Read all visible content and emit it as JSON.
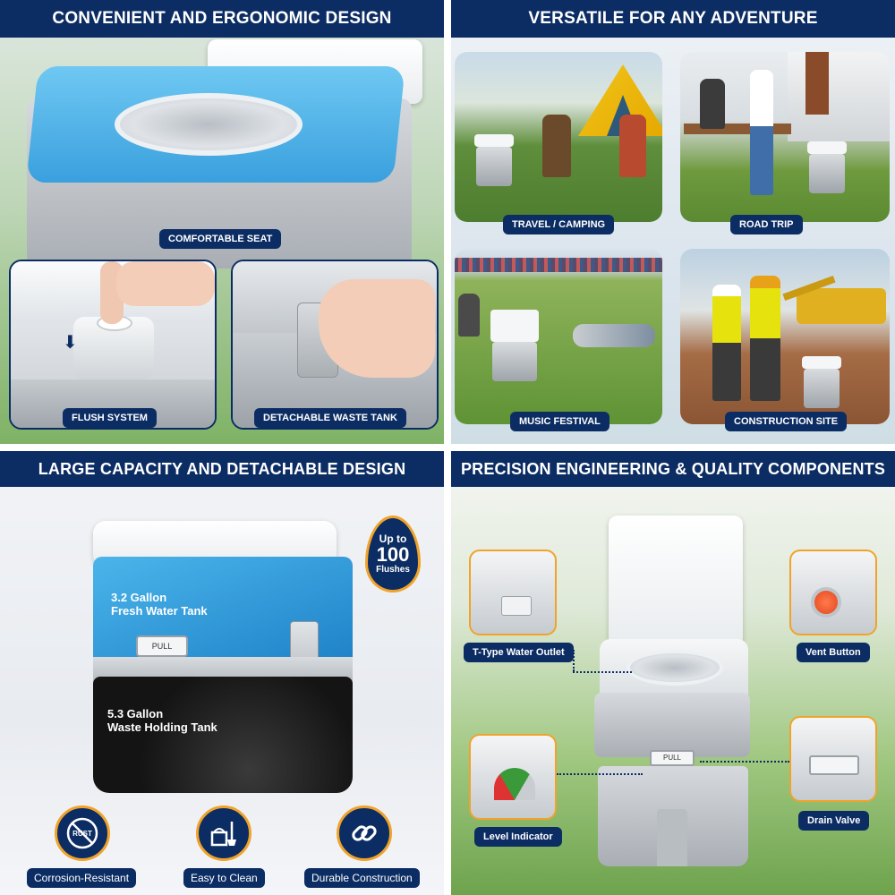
{
  "panels": {
    "top_left": {
      "title": "CONVENIENT AND ERGONOMIC DESIGN",
      "labels": {
        "seat": "COMFORTABLE SEAT",
        "flush": "FLUSH SYSTEM",
        "tank": "DETACHABLE WASTE TANK"
      }
    },
    "top_right": {
      "title": "VERSATILE FOR ANY ADVENTURE",
      "labels": {
        "camping": "TRAVEL / CAMPING",
        "road": "ROAD TRIP",
        "music": "MUSIC FESTIVAL",
        "construction": "CONSTRUCTION SITE"
      }
    },
    "bottom_left": {
      "title": "LARGE CAPACITY AND DETACHABLE DESIGN",
      "fresh_tank": "3.2 Gallon\nFresh Water Tank",
      "waste_tank": "5.3 Gallon\nWaste Holding Tank",
      "pull": "PULL",
      "badge": {
        "line1": "Up to",
        "line2": "100",
        "line3": "Flushes"
      },
      "rust_icon_text": "RUST",
      "features": [
        "Corrosion-Resistant",
        "Easy to Clean",
        "Durable Construction"
      ]
    },
    "bottom_right": {
      "title": "PRECISION ENGINEERING & QUALITY COMPONENTS",
      "pull": "PULL",
      "labels": {
        "outlet": "T-Type Water Outlet",
        "vent": "Vent Button",
        "level": "Level Indicator",
        "drain": "Drain Valve"
      }
    }
  },
  "colors": {
    "navy": "#0c2d63",
    "accent_orange": "#f0a32a",
    "seat_blue": "#3aa0de"
  }
}
